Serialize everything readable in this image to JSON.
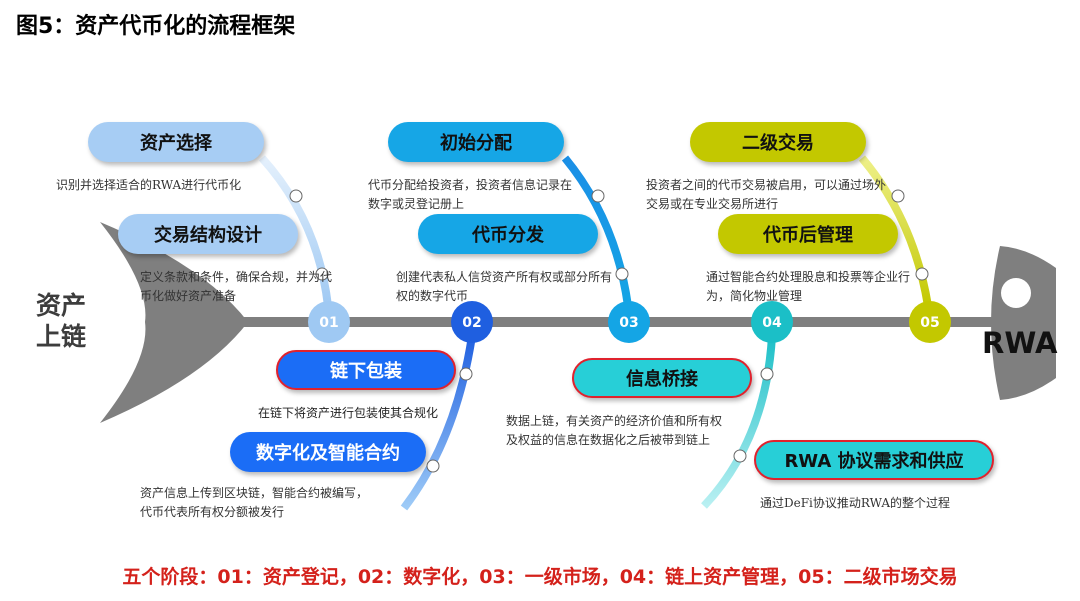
{
  "title": "图5：资产代币化的流程框架",
  "left_label": "资产\n上链",
  "right_label": "RWA",
  "stages": [
    "01",
    "02",
    "03",
    "04",
    "05"
  ],
  "upper_pills": [
    {
      "label": "资产选择",
      "desc": "识别并选择适合的RWA进行代币化"
    },
    {
      "label": "交易结构设计",
      "desc": "定义条款和条件，确保合规，并为代币化做好资产准备"
    },
    {
      "label": "初始分配",
      "desc": "代币分配给投资者，投资者信息记录在数字或灵登记册上"
    },
    {
      "label": "代币分发",
      "desc": "创建代表私人信贷资产所有权或部分所有权的数字代币"
    },
    {
      "label": "二级交易",
      "desc": "投资者之间的代币交易被启用，可以通过场外交易或在专业交易所进行"
    },
    {
      "label": "代币后管理",
      "desc": "通过智能合约处理股息和投票等企业行为，简化物业管理"
    }
  ],
  "lower_pills": [
    {
      "label": "链下包装",
      "desc": "在链下将资产进行包装使其合规化"
    },
    {
      "label": "数字化及智能合约",
      "desc": "资产信息上传到区块链，智能合约被编写，代币代表所有权分额被发行"
    },
    {
      "label": "信息桥接",
      "desc": "数据上链，有关资产的经济价值和所有权及权益的信息在数据化之后被带到链上"
    },
    {
      "label": "RWA 协议需求和供应",
      "desc": "通过DeFi协议推动RWA的整个过程"
    }
  ],
  "footer": "五个阶段：01：资产登记，02：数字化，03：一级市场，04：链上资产管理，05：二级市场交易",
  "colors": {
    "spine": "#7f7f7f",
    "stage_01": "#9fc9f3",
    "stage_02": "#1f5fe0",
    "stage_03": "#14a5e5",
    "stage_04": "#1bbfc7",
    "stage_05": "#c3c800",
    "accent_red": "#d4211b"
  }
}
